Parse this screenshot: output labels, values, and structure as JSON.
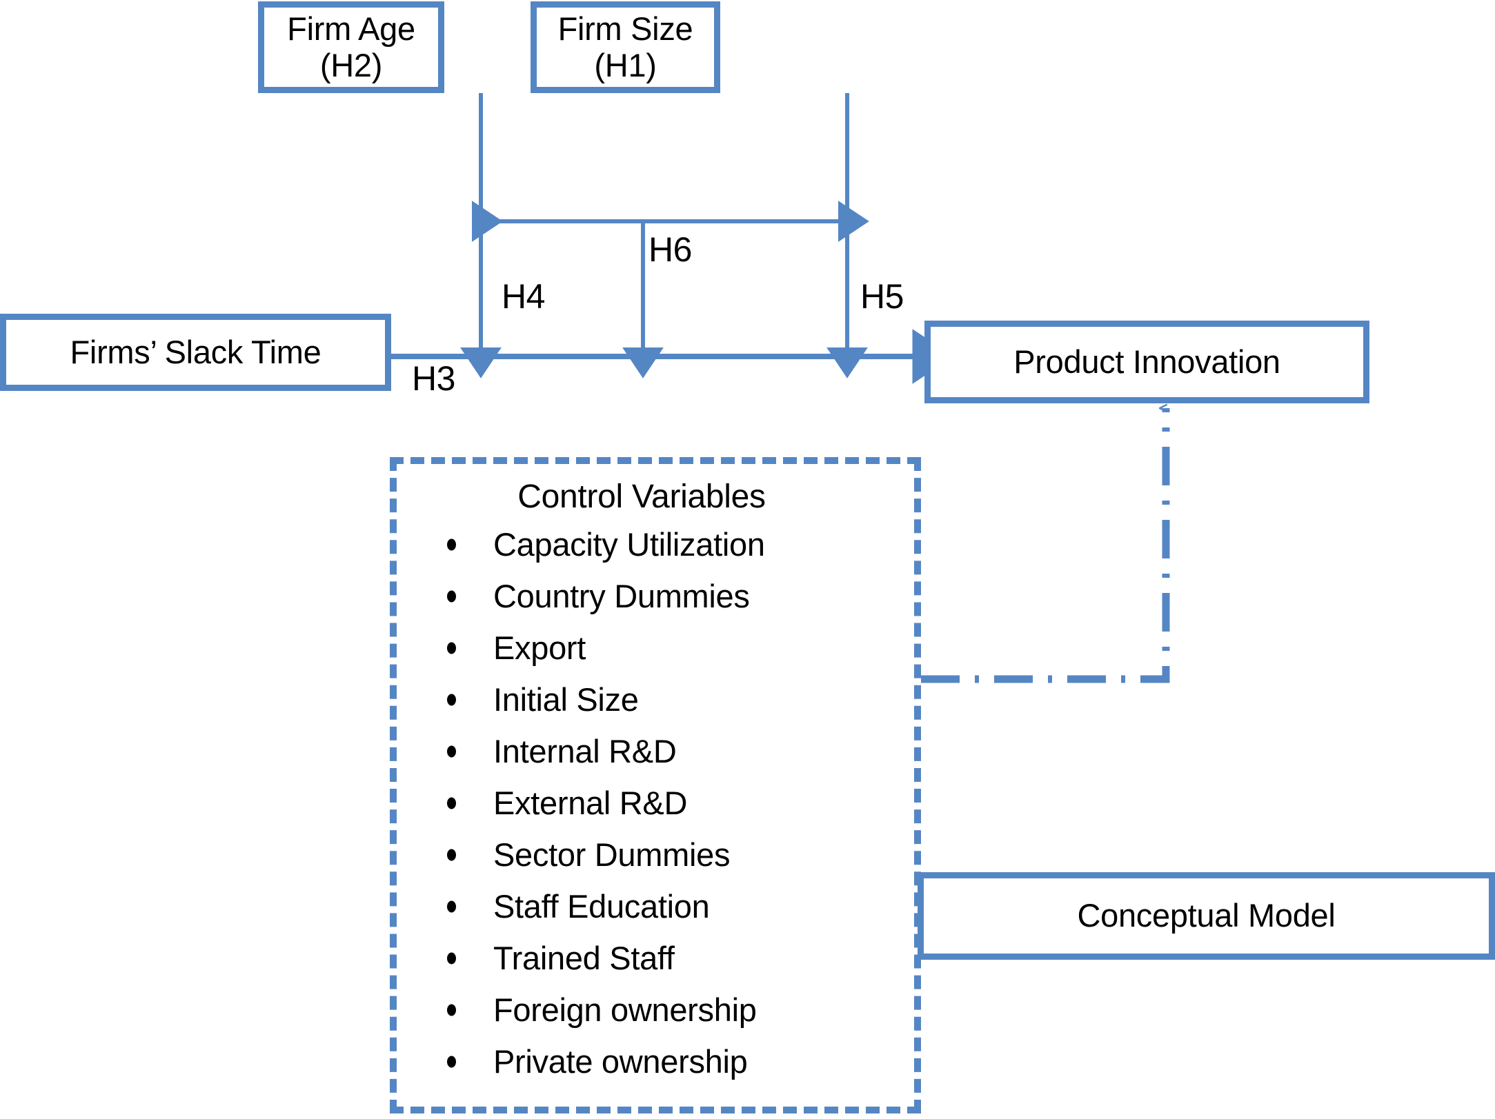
{
  "diagram": {
    "title": "Conceptual Model",
    "accent_color": "#5586C4",
    "nodes": {
      "firm_age": {
        "line1": "Firm Age",
        "line2": "(H2)"
      },
      "firm_size": {
        "line1": "Firm Size",
        "line2": "(H1)"
      },
      "slack_time": {
        "label": "Firms’ Slack Time"
      },
      "product_innovation": {
        "label": "Product Innovation"
      },
      "conceptual_model": {
        "label": "Conceptual Model"
      }
    },
    "hypotheses": {
      "h3": "H3",
      "h4": "H4",
      "h5": "H5",
      "h6": "H6"
    },
    "control_variables": {
      "title": "Control Variables",
      "items": [
        "Capacity Utilization",
        "Country Dummies",
        "Export",
        "Initial Size",
        "Internal R&D",
        "External R&D",
        "Sector Dummies",
        "Staff Education",
        "Trained Staff",
        "Foreign ownership",
        "Private ownership"
      ]
    }
  }
}
